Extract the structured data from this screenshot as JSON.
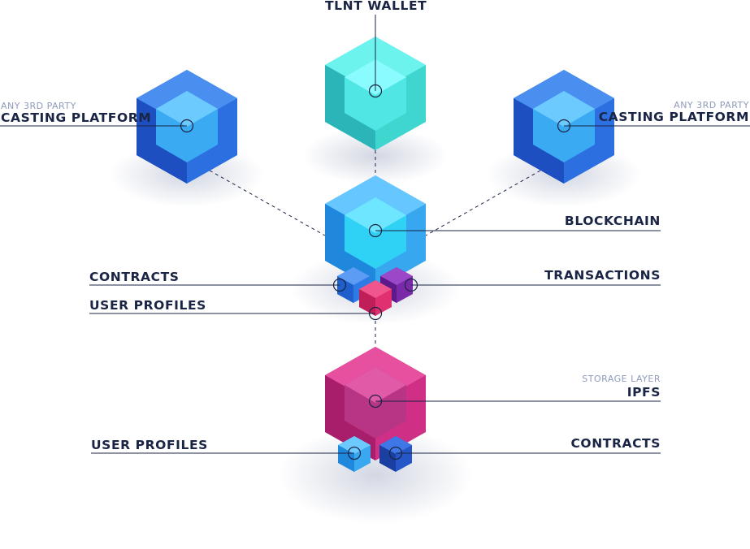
{
  "labels": {
    "wallet": "TLNT WALLET",
    "left_platform_sub": "ANY 3RD PARTY",
    "left_platform": "CASTING PLATFORM",
    "right_platform_sub": "ANY 3RD PARTY",
    "right_platform": "CASTING PLATFORM",
    "blockchain": "BLOCKCHAIN",
    "contracts_top": "CONTRACTS",
    "transactions": "TRANSACTIONS",
    "user_profiles_top": "USER PROFILES",
    "storage_sub": "STORAGE LAYER",
    "ipfs": "IPFS",
    "user_profiles_bottom": "USER PROFILES",
    "contracts_bottom": "CONTRACTS"
  },
  "colors": {
    "wallet": "#3fd6d0",
    "platform": "#2c6fe0",
    "blockchain": "#37a8f0",
    "ipfs": "#d02f86",
    "contracts_cube": "#2f7be6",
    "transactions_cube": "#7a2aa8",
    "profiles_cube": "#e0306f",
    "profiles_cube_bottom": "#39a8f0",
    "contracts_cube_bottom": "#2657c8",
    "text": "#1a2444",
    "subtext": "#8f9bbb"
  }
}
